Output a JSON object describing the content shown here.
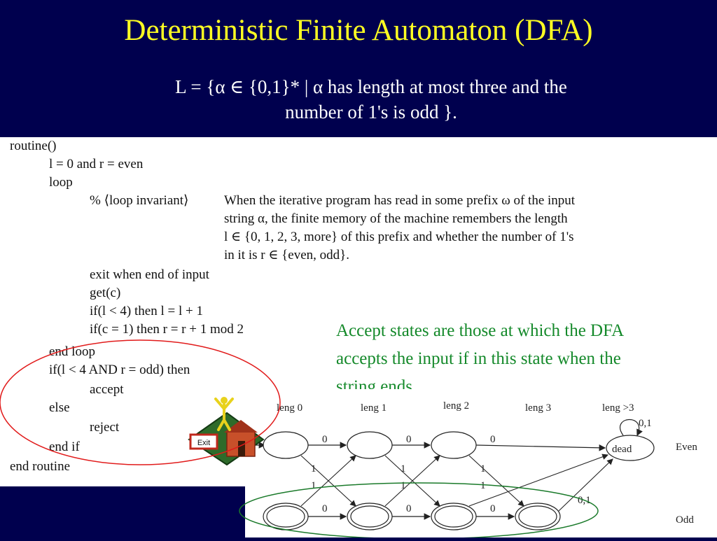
{
  "slide": {
    "title": "Deterministic Finite Automaton (DFA)",
    "language_line1": "L = {α ∈ {0,1}* | α has length at most three and the",
    "language_line2": "number of 1's is odd }."
  },
  "code": {
    "line_routine": "routine()",
    "line_init": "l = 0 and r = even",
    "line_loop": "loop",
    "line_invariant_key": "% ⟨loop invariant⟩",
    "line_invariant_1": "When the iterative program has read in some prefix ω of the input",
    "line_invariant_2": "string α, the finite memory of the machine remembers the length",
    "line_invariant_3": "l ∈ {0, 1, 2, 3, more} of this prefix and whether the number of 1's",
    "line_invariant_4": "in it is r ∈ {even, odd}.",
    "line_exit": "exit when end of input",
    "line_get": "get(c)",
    "line_if_len": "if(l < 4) then l = l + 1",
    "line_if_c": "if(c = 1) then r = r + 1 mod 2",
    "line_end_loop": "end loop",
    "line_if_accept": "if(l < 4 AND r = odd) then",
    "line_accept": "accept",
    "line_else": "else",
    "line_reject": "reject",
    "line_end_if": "end if",
    "line_end_routine": "end routine"
  },
  "note": {
    "accept_text": "Accept states are those at which the DFA accepts the input if in this state when the string ends."
  },
  "exit_sign": {
    "label": "Exit"
  },
  "dfa": {
    "column_labels": [
      "leng 0",
      "leng 1",
      "leng 2",
      "leng 3",
      "leng >3"
    ],
    "row_labels": [
      "Even",
      "Odd"
    ],
    "dead_state_label": "dead",
    "dead_loop_label": "0,1",
    "to_dead_label": "0,1",
    "zero_label": "0",
    "one_label": "1",
    "colors": {
      "title": "#ffff22",
      "background": "#00004e",
      "note": "#14892a",
      "accept_circle": "#1a7a2a",
      "code_circle": "#e11a1a"
    }
  }
}
